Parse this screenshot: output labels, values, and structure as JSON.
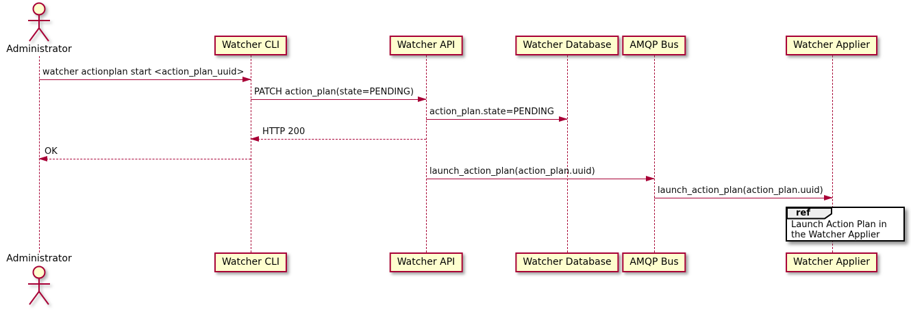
{
  "diagram_type": "uml-sequence",
  "colors": {
    "participant_fill": "#FEFECE",
    "participant_border": "#A80036",
    "line_color": "#A80036",
    "text_color": "#000000",
    "ref_border": "#000000",
    "ref_header_fill": "#EEEEEE",
    "ref_fill": "#FFFFFF"
  },
  "actor": {
    "name": "Administrator"
  },
  "participants": [
    {
      "name": "Watcher CLI"
    },
    {
      "name": "Watcher API"
    },
    {
      "name": "Watcher Database"
    },
    {
      "name": "AMQP Bus"
    },
    {
      "name": "Watcher Applier"
    }
  ],
  "messages": [
    {
      "label": "watcher actionplan start <action_plan_uuid>",
      "from": "Administrator",
      "to": "Watcher CLI",
      "line": "solid",
      "direction": "right"
    },
    {
      "label": "PATCH action_plan(state=PENDING)",
      "from": "Watcher CLI",
      "to": "Watcher API",
      "line": "solid",
      "direction": "right"
    },
    {
      "label": "action_plan.state=PENDING",
      "from": "Watcher API",
      "to": "Watcher Database",
      "line": "solid",
      "direction": "right"
    },
    {
      "label": "HTTP 200",
      "from": "Watcher API",
      "to": "Watcher CLI",
      "line": "dashed",
      "direction": "left"
    },
    {
      "label": "OK",
      "from": "Watcher CLI",
      "to": "Administrator",
      "line": "dashed",
      "direction": "left"
    },
    {
      "label": "launch_action_plan(action_plan.uuid)",
      "from": "Watcher API",
      "to": "AMQP Bus",
      "line": "solid",
      "direction": "right"
    },
    {
      "label": "launch_action_plan(action_plan.uuid)",
      "from": "AMQP Bus",
      "to": "Watcher Applier",
      "line": "solid",
      "direction": "right"
    }
  ],
  "ref_fragment": {
    "keyword": "ref",
    "text": "Launch Action Plan in the Watcher Applier",
    "over": "Watcher Applier"
  }
}
